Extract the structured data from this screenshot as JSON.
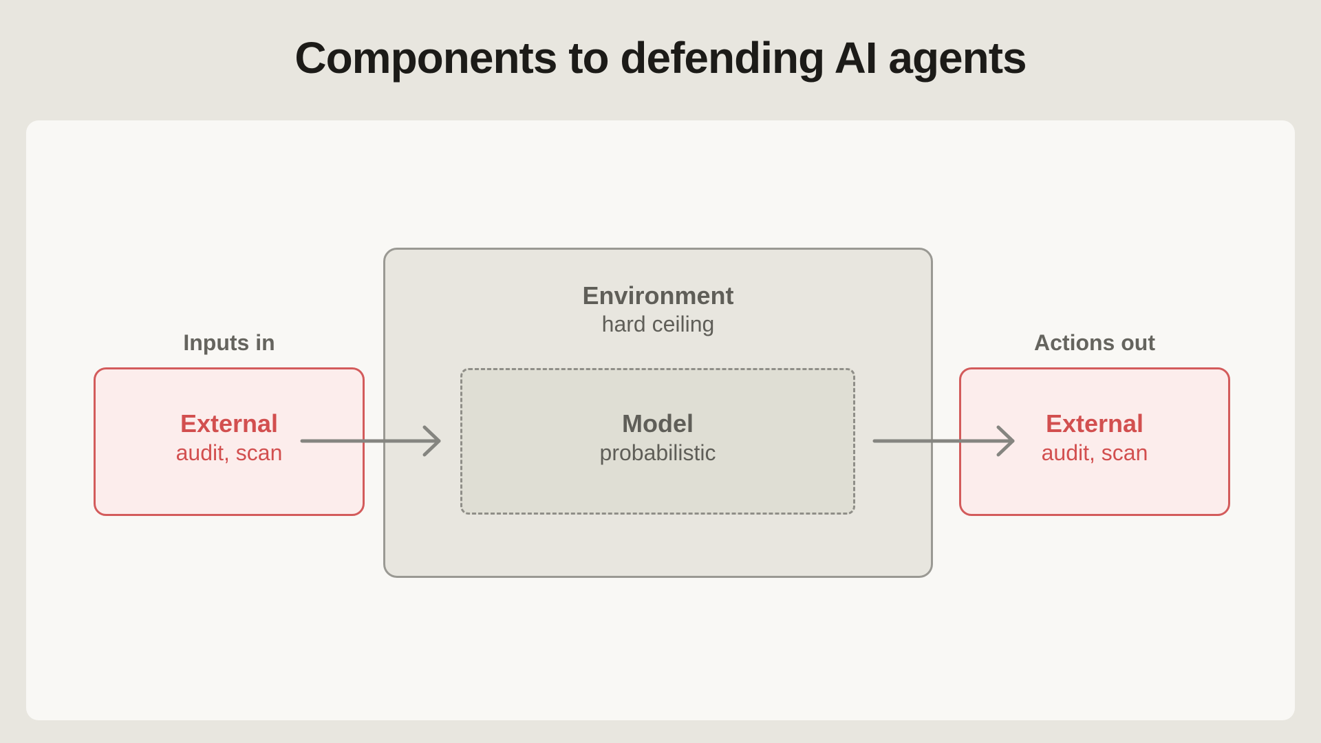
{
  "title": "Components to defending AI agents",
  "inputs": {
    "label": "Inputs in",
    "box_title": "External",
    "box_subtitle": "audit, scan"
  },
  "environment": {
    "title": "Environment",
    "subtitle": "hard ceiling"
  },
  "model": {
    "title": "Model",
    "subtitle": "probabilistic"
  },
  "actions": {
    "label": "Actions out",
    "box_title": "External",
    "box_subtitle": "audit, scan"
  },
  "colors": {
    "background": "#e8e6df",
    "panel": "#f9f8f5",
    "external_accent": "#d35b5b",
    "external_fill": "#fcedec",
    "neutral_stroke": "#8f8e88",
    "text_muted": "#5f5e58",
    "title_text": "#1c1b18"
  }
}
